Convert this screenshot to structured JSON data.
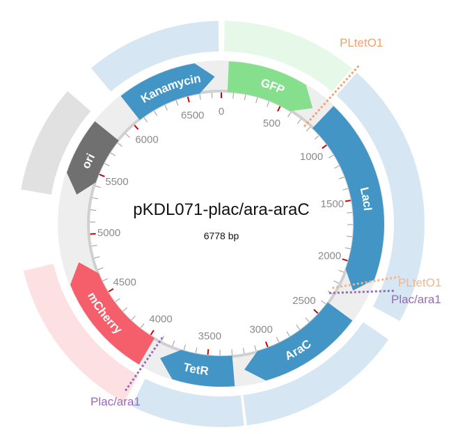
{
  "plasmid": {
    "name": "pKDL071-plac/ara-araC",
    "size_label": "6778 bp",
    "length_bp": 6778
  },
  "colors": {
    "ring_light": "#eeeeee",
    "ring_line": "#d0d0d0",
    "tick": "#999999",
    "tick_major": "#cc0000"
  },
  "ticks": {
    "labels": [
      "0",
      "500",
      "1000",
      "1500",
      "2000",
      "2500",
      "3000",
      "3500",
      "4000",
      "4500",
      "5000",
      "5500",
      "6000",
      "6500"
    ],
    "label_values": [
      0,
      500,
      1000,
      1500,
      2000,
      2500,
      3000,
      3500,
      4000,
      4500,
      5000,
      5500,
      6000,
      6500
    ],
    "minor_step": 100
  },
  "features": [
    {
      "name": "GFP",
      "label": "GFP",
      "start": 50,
      "end": 720,
      "direction": "forward",
      "color": "#86df8c",
      "halo": "#e6f8e8"
    },
    {
      "name": "lacI",
      "label": "LacI",
      "start": 820,
      "end": 2200,
      "direction": "forward",
      "color": "#4295c5",
      "halo": "#d6e7f3"
    },
    {
      "name": "araC",
      "label": "AraC",
      "start": 2380,
      "end": 3220,
      "direction": "forward",
      "color": "#4295c5",
      "halo": "#d6e7f3"
    },
    {
      "name": "tetR",
      "label": "TetR",
      "start": 3300,
      "end": 3850,
      "direction": "forward",
      "color": "#4295c5",
      "halo": "#d6e7f3"
    },
    {
      "name": "mCherry",
      "label": "mCherry",
      "start": 3960,
      "end": 4800,
      "direction": "forward",
      "color": "#f45f6b",
      "halo": "#fde0e2"
    },
    {
      "name": "ori",
      "label": "ori",
      "start": 5300,
      "end": 5820,
      "direction": "reverse",
      "color": "#707070",
      "halo": "#e1e1e1"
    },
    {
      "name": "kanamycin",
      "label": "Kanamycin",
      "start": 6060,
      "end": 6730,
      "direction": "forward",
      "color": "#4295c5",
      "halo": "#d6e7f3"
    }
  ],
  "sites": [
    {
      "name": "pltet-o1-top",
      "label": "PLtetO1",
      "position": 760,
      "color": "#f4a06a"
    },
    {
      "name": "pltet-o1-right",
      "label": "PLtetO1",
      "position": 2260,
      "color": "#f4b488"
    },
    {
      "name": "plac-ara1-right",
      "label": "Plac/ara1",
      "position": 2310,
      "color": "#9a68b8"
    },
    {
      "name": "plac-ara1-bottom",
      "label": "Plac/ara1",
      "position": 3905,
      "color": "#9a68b8"
    }
  ]
}
